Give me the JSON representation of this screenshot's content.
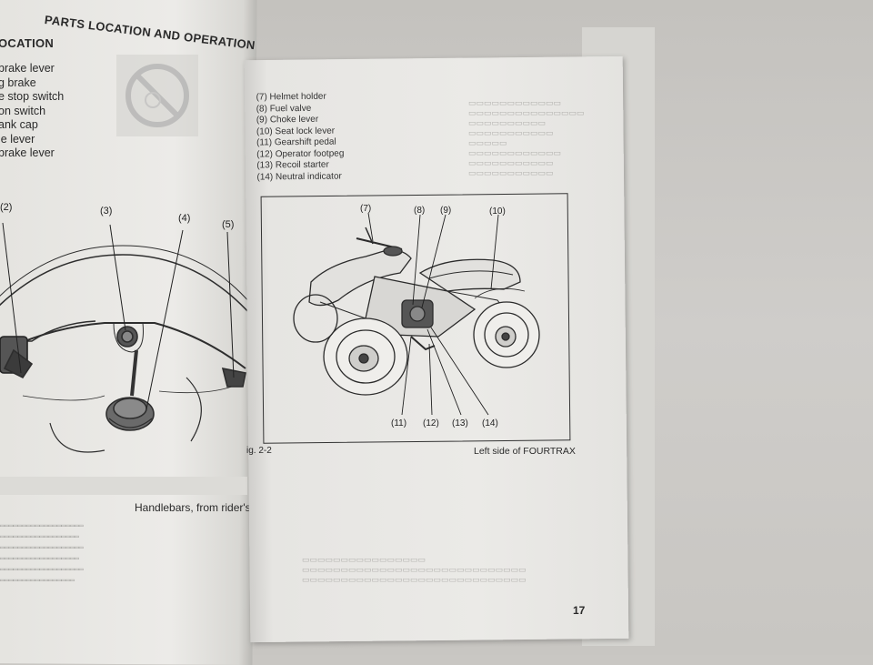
{
  "left_page": {
    "header": "PARTS LOCATION AND OPERATION",
    "section_title": "OCATION",
    "items": [
      "brake lever",
      "g brake",
      "e stop switch",
      "on switch",
      "ank cap",
      "le lever",
      "brake lever"
    ],
    "callouts": [
      "(2)",
      "(3)",
      "(4)",
      "(5)"
    ],
    "figure_caption": "Handlebars, from rider's p"
  },
  "right_page": {
    "items": [
      "(7) Helmet holder",
      "(8) Fuel valve",
      "(9) Choke lever",
      "(10) Seat lock lever",
      "(11) Gearshift pedal",
      "(12) Operator footpeg",
      "(13) Recoil starter",
      "(14) Neutral indicator"
    ],
    "callouts_top": [
      "(7)",
      "(8)",
      "(9)",
      "(10)"
    ],
    "callouts_bottom": [
      "(11)",
      "(12)",
      "(13)",
      "(14)"
    ],
    "fig_label": "ig. 2-2",
    "figure_caption": "Left side of FOURTRAX",
    "page_number": "17"
  }
}
